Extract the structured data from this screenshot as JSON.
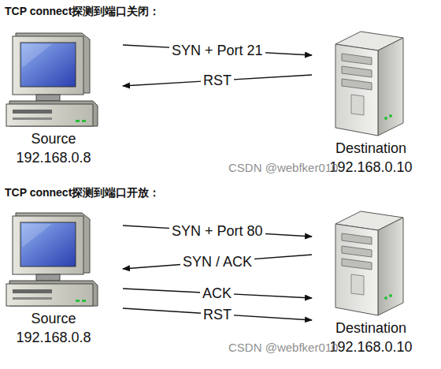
{
  "diagram": {
    "nodes": [
      {
        "text": [
          "Source",
          "192.168.0.8"
        ]
      },
      {
        "text": [
          "Destination",
          "192.168.0.10"
        ]
      },
      {
        "text": [
          "Source",
          "192.168.0.8"
        ]
      },
      {
        "text": [
          "Destination",
          "192.168.0.10"
        ]
      }
    ],
    "edges": [
      {
        "from": 0,
        "to": 1,
        "label": "SYN + Port 21",
        "arrow": "to"
      },
      {
        "from": 1,
        "to": 0,
        "label": "RST",
        "arrow": "to"
      },
      {
        "from": 2,
        "to": 3,
        "label": "SYN + Port 80",
        "arrow": "to"
      },
      {
        "from": 3,
        "to": 2,
        "label": "SYN / ACK",
        "arrow": "to"
      },
      {
        "from": 2,
        "to": 3,
        "label": "ACK",
        "arrow": "to"
      },
      {
        "from": 2,
        "to": 3,
        "label": "RST",
        "arrow": "to"
      }
    ],
    "labels": [
      "TCP connect探测到端口关闭：",
      "CSDN @webfker010",
      "TCP connect探测到端口开放：",
      "CSDN @webfker010"
    ]
  }
}
